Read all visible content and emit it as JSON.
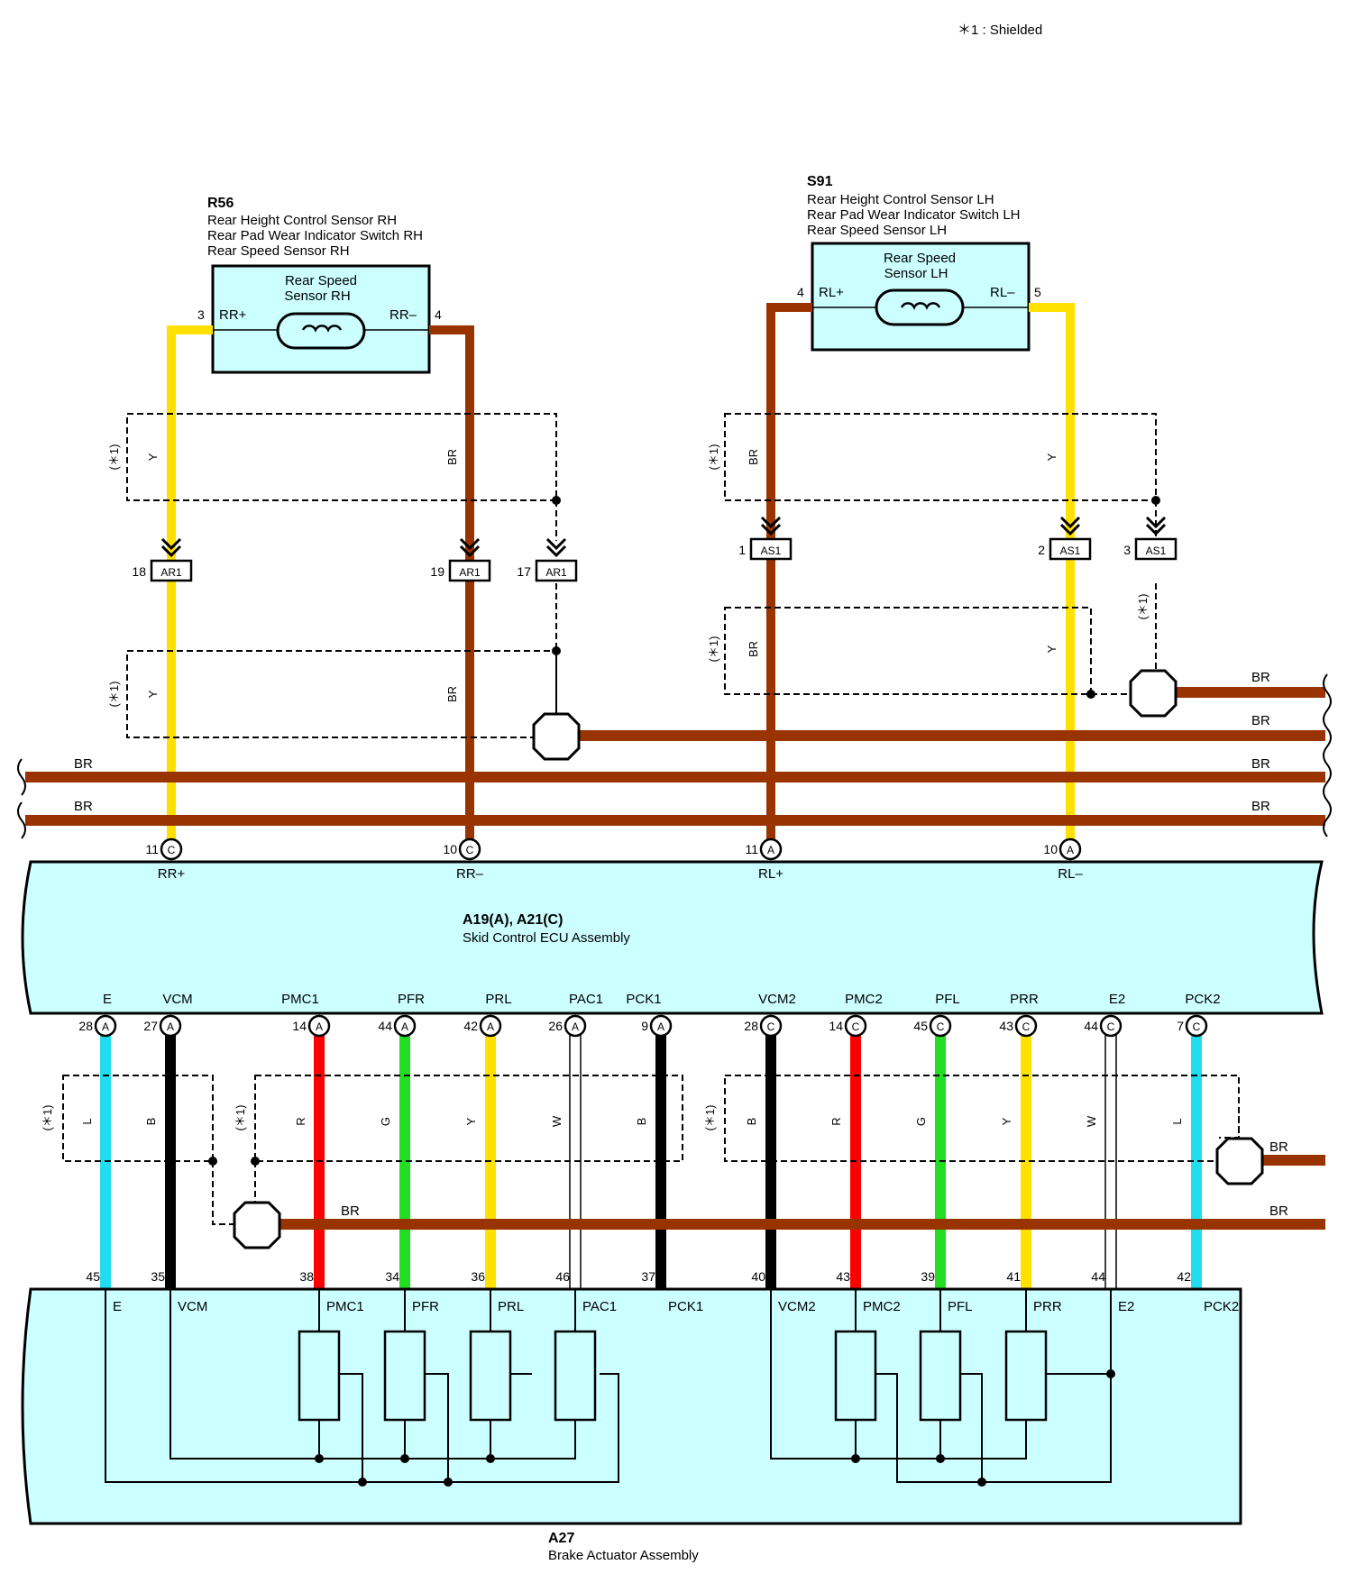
{
  "note": "＊1 : Shielded",
  "colors": {
    "BR": "#993300",
    "Y": "#ffe000",
    "B": "#000000",
    "R": "#ff0000",
    "G": "#22dd22",
    "L": "#22ddee",
    "W": "#ffffff",
    "box_fill": "#ccffff"
  },
  "components": {
    "r56": {
      "code": "R56",
      "lines": [
        "Rear Height Control Sensor RH",
        "Rear Pad Wear Indicator Switch RH",
        "Rear Speed Sensor RH"
      ],
      "box_title1": "Rear Speed",
      "box_title2": "Sensor RH",
      "pin_left": "3",
      "term_left": "RR+",
      "pin_right": "4",
      "term_right": "RR–"
    },
    "s91": {
      "code": "S91",
      "lines": [
        "Rear Height Control Sensor LH",
        "Rear Pad Wear Indicator Switch LH",
        "Rear Speed Sensor LH"
      ],
      "box_title1": "Rear Speed",
      "box_title2": "Sensor LH",
      "pin_left": "4",
      "term_left": "RL+",
      "pin_right": "5",
      "term_right": "RL–"
    },
    "ecu": {
      "code": "A19(A), A21(C)",
      "name": "Skid Control ECU Assembly"
    },
    "actuator": {
      "code": "A27",
      "name": "Brake Actuator Assembly"
    }
  },
  "shield_label": "(＊1)",
  "connectors": [
    {
      "name": "AR1",
      "pin": "18"
    },
    {
      "name": "AR1",
      "pin": "19"
    },
    {
      "name": "AR1",
      "pin": "17"
    },
    {
      "name": "AS1",
      "pin": "1"
    },
    {
      "name": "AS1",
      "pin": "2"
    },
    {
      "name": "AS1",
      "pin": "3"
    }
  ],
  "ground_wire_label": "BR",
  "ecu_top_pins": [
    {
      "pin": "11",
      "conn": "C",
      "term": "RR+"
    },
    {
      "pin": "10",
      "conn": "C",
      "term": "RR–"
    },
    {
      "pin": "11",
      "conn": "A",
      "term": "RL+"
    },
    {
      "pin": "10",
      "conn": "A",
      "term": "RL–"
    }
  ],
  "ecu_bottom_pins": [
    {
      "pin": "28",
      "conn": "A",
      "term": "E",
      "wire": "L",
      "act_pin": "45",
      "act_term": "E"
    },
    {
      "pin": "27",
      "conn": "A",
      "term": "VCM",
      "wire": "B",
      "act_pin": "35",
      "act_term": "VCM"
    },
    {
      "pin": "14",
      "conn": "A",
      "term": "PMC1",
      "wire": "R",
      "act_pin": "38",
      "act_term": "PMC1"
    },
    {
      "pin": "44",
      "conn": "A",
      "term": "PFR",
      "wire": "G",
      "act_pin": "34",
      "act_term": "PFR"
    },
    {
      "pin": "42",
      "conn": "A",
      "term": "PRL",
      "wire": "Y",
      "act_pin": "36",
      "act_term": "PRL"
    },
    {
      "pin": "26",
      "conn": "A",
      "term": "PAC1",
      "wire": "W",
      "act_pin": "46",
      "act_term": "PAC1"
    },
    {
      "pin": "9",
      "conn": "A",
      "term": "PCK1",
      "wire": "B",
      "act_pin": "37",
      "act_term": "PCK1"
    },
    {
      "pin": "28",
      "conn": "C",
      "term": "VCM2",
      "wire": "B",
      "act_pin": "40",
      "act_term": "VCM2"
    },
    {
      "pin": "14",
      "conn": "C",
      "term": "PMC2",
      "wire": "R",
      "act_pin": "43",
      "act_term": "PMC2"
    },
    {
      "pin": "45",
      "conn": "C",
      "term": "PFL",
      "wire": "G",
      "act_pin": "39",
      "act_term": "PFL"
    },
    {
      "pin": "43",
      "conn": "C",
      "term": "PRR",
      "wire": "Y",
      "act_pin": "41",
      "act_term": "PRR"
    },
    {
      "pin": "44",
      "conn": "C",
      "term": "E2",
      "wire": "W",
      "act_pin": "44",
      "act_term": "E2"
    },
    {
      "pin": "7",
      "conn": "C",
      "term": "PCK2",
      "wire": "L",
      "act_pin": "42",
      "act_term": "PCK2"
    }
  ]
}
